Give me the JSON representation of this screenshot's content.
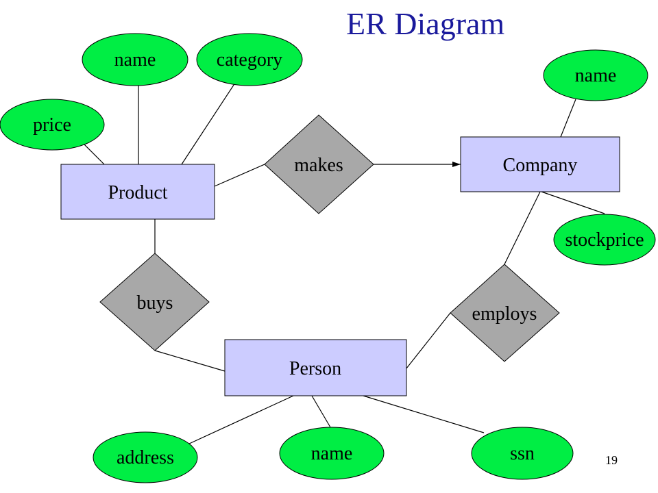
{
  "title": "ER Diagram",
  "page_number": "19",
  "colors": {
    "title": "#1a1a9c",
    "entity_fill": "#ccccff",
    "attribute_fill": "#00ee44",
    "relationship_fill": "#a8a8a8"
  },
  "entities": {
    "product": "Product",
    "company": "Company",
    "person": "Person"
  },
  "relationships": {
    "makes": "makes",
    "buys": "buys",
    "employs": "employs"
  },
  "attributes": {
    "product_name": "name",
    "product_category": "category",
    "product_price": "price",
    "company_name": "name",
    "company_stockprice": "stockprice",
    "person_address": "address",
    "person_name": "name",
    "person_ssn": "ssn"
  }
}
